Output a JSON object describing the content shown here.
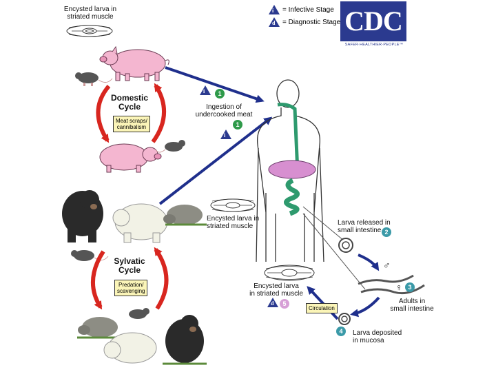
{
  "legend": {
    "infective_symbol": "i",
    "infective_label": "= Infective Stage",
    "diagnostic_symbol": "d",
    "diagnostic_label": "= Diagnostic Stage"
  },
  "logo": {
    "text": "CDC",
    "tagline": "SAFER·HEALTHIER·PEOPLE™"
  },
  "domestic": {
    "top_label_1": "Encysted larva in",
    "top_label_2": "striated muscle",
    "title_1": "Domestic",
    "title_2": "Cycle",
    "note_1": "Meat scraps/",
    "note_2": "cannibalism"
  },
  "ingestion": {
    "label_1": "Ingestion of",
    "label_2": "undercooked meat",
    "infective_symbol": "i",
    "step": "1"
  },
  "sylvatic": {
    "title_1": "Sylvatic",
    "title_2": "Cycle",
    "note_1": "Predation/",
    "note_2": "scavenging",
    "muscle_label_1": "Encysted larva in",
    "muscle_label_2": "striated muscle"
  },
  "human": {
    "step2_label_1": "Larva released in",
    "step2_label_2": "small intestine",
    "step2": "2",
    "male_symbol": "♂",
    "female_symbol": "♀",
    "step3": "3",
    "step3_label_1": "Adults in",
    "step3_label_2": "small intestine",
    "step4": "4",
    "step4_label_1": "Larva deposited",
    "step4_label_2": "in mucosa",
    "circulation": "Circulation",
    "step5_label_1": "Encysted larva",
    "step5_label_2": "in striated muscle",
    "diagnostic_symbol": "d",
    "step5": "5"
  },
  "colors": {
    "arrow_blue": "#1f2f8c",
    "cycle_red": "#d8261f",
    "gut_green": "#2e9a6e",
    "liver_pink": "#d78fd0",
    "pig_pink": "#f4b6d0",
    "bear_black": "#2a2a2a"
  }
}
